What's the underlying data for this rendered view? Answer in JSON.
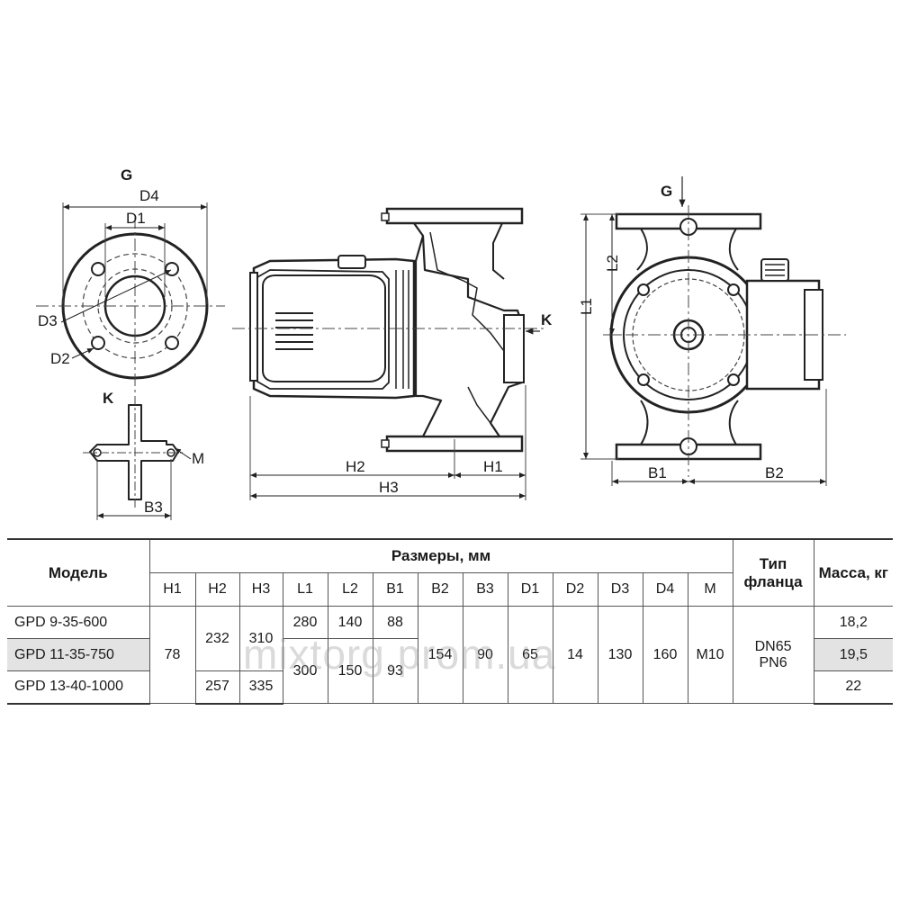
{
  "labels": {
    "G": "G",
    "D4": "D4",
    "D1": "D1",
    "D3": "D3",
    "D2": "D2",
    "K": "K",
    "M": "M",
    "B3": "B3",
    "H2": "H2",
    "H1": "H1",
    "H3": "H3",
    "L1": "L1",
    "L2": "L2",
    "B1": "B1",
    "B2": "B2"
  },
  "table": {
    "model_header": "Модель",
    "dims_header": "Размеры, мм",
    "flange_header": "Тип фланца",
    "mass_header": "Масса, кг",
    "columns": [
      "H1",
      "H2",
      "H3",
      "L1",
      "L2",
      "B1",
      "B2",
      "B3",
      "D1",
      "D2",
      "D3",
      "D4",
      "M"
    ],
    "models": [
      "GPD 9-35-600",
      "GPD 11-35-750",
      "GPD 13-40-1000"
    ],
    "H1": "78",
    "H2_a": "232",
    "H2_b": "257",
    "H3_a": "310",
    "H3_b": "335",
    "L1_a": "280",
    "L1_b": "300",
    "L2_a": "140",
    "L2_b": "150",
    "B1_a": "88",
    "B1_b": "93",
    "B2": "154",
    "B3": "90",
    "D1": "65",
    "D2": "14",
    "D3": "130",
    "D4": "160",
    "M": "M10",
    "flange": "DN65 PN6",
    "mass": [
      "18,2",
      "19,5",
      "22"
    ]
  },
  "watermark": "mixtorg.prom.ua"
}
